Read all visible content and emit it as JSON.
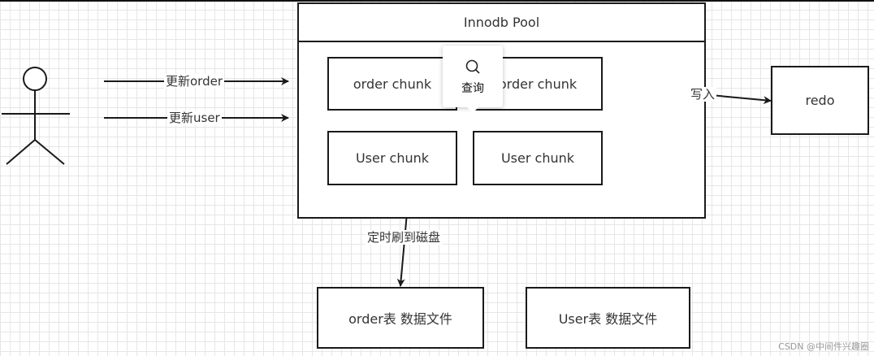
{
  "pool": {
    "title": "Innodb Pool"
  },
  "chunks": {
    "order_left": "order chunk",
    "order_right": "order chunk",
    "user_left": "User chunk",
    "user_right": "User chunk"
  },
  "redo": "redo",
  "files": {
    "order": "order表 数据文件",
    "user": "User表 数据文件"
  },
  "edges": {
    "update_order": "更新order",
    "update_user": "更新user",
    "write": "写入",
    "flush": "定时刷到磁盘"
  },
  "tooltip": {
    "label": "查询",
    "icon": "search-icon"
  },
  "watermark": "CSDN @中间件兴趣圈"
}
